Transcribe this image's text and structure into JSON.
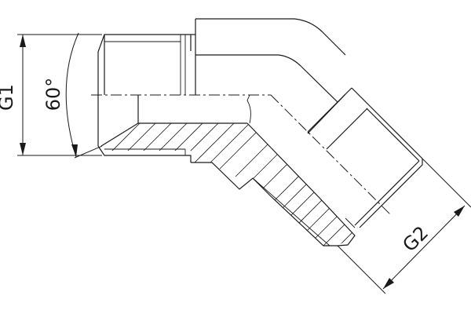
{
  "drawing": {
    "type": "technical-drawing",
    "subject": "45-degree threaded elbow fitting, half section",
    "colors": {
      "line": "#1a1a1a",
      "background": "#ffffff"
    }
  },
  "labels": {
    "g1": "G1",
    "angle": "60°",
    "g2": "G2"
  }
}
